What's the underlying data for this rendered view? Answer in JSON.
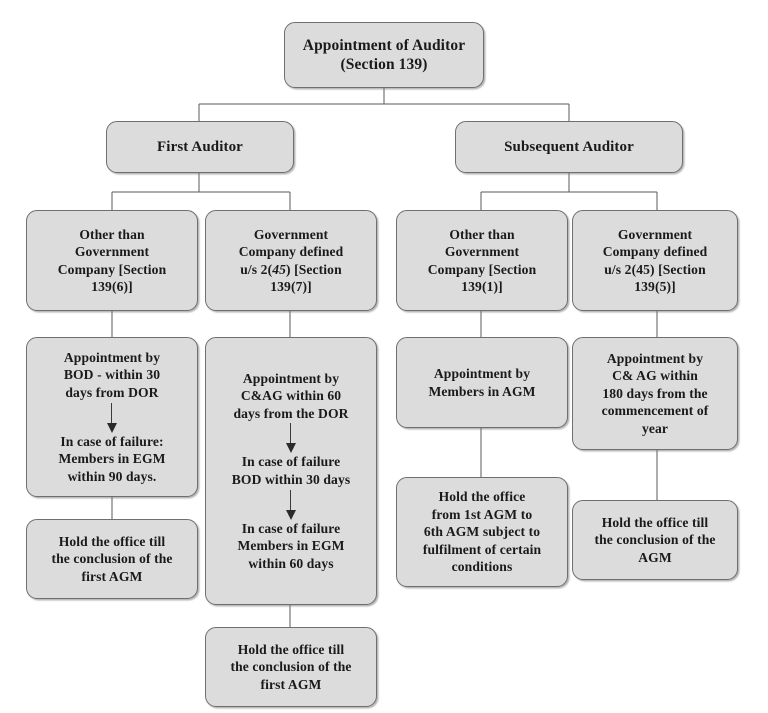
{
  "diagram": {
    "title": "Appointment of Auditor (Section 139)",
    "line_color": "#5a5a5a",
    "box_fill": "#dcdcdc",
    "box_border": "#6f6f6f",
    "text_color": "#1a1a1a"
  },
  "root": {
    "line1": "Appointment of Auditor",
    "line2": "(Section 139)"
  },
  "level2": {
    "left": "First Auditor",
    "right": "Subsequent Auditor"
  },
  "categories": [
    {
      "id": "cat-first-other-than-government",
      "line1": "Other than",
      "line2": "Government",
      "line3": "Company [Section",
      "line4": "139(6)]"
    },
    {
      "id": "cat-first-government",
      "line1": "Government",
      "line2": "Company defined",
      "line3_a": "u/s 2(",
      "line3_italic": "45",
      "line3_b": ") [Section",
      "line4": "139(7)]"
    },
    {
      "id": "cat-subsequent-other-than-government",
      "line1": "Other than",
      "line2": "Government",
      "line3": "Company [Section",
      "line4": "139(1)]"
    },
    {
      "id": "cat-subsequent-government",
      "line1": "Government",
      "line2": "Company defined",
      "line3": "u/s 2(45) [Section",
      "line4": "139(5)]"
    }
  ],
  "column1": {
    "step1": {
      "l1": "Appointment by",
      "l2": "BOD - within 30",
      "l3": "days from DOR"
    },
    "step2": {
      "l1": "In case of failure:",
      "l2": "Members in EGM",
      "l3": "within 90 days."
    },
    "outcome": {
      "l1": "Hold the office till",
      "l2": "the conclusion of the",
      "l3": "first AGM"
    }
  },
  "column2": {
    "step1": {
      "l1": "Appointment by",
      "l2": "C&AG within 60",
      "l3": "days from the DOR"
    },
    "step2": {
      "l1": "In case of failure",
      "l2": "BOD within 30 days"
    },
    "step3": {
      "l1": "In case of failure",
      "l2": "Members in EGM",
      "l3": "within 60 days"
    },
    "outcome": {
      "l1": "Hold the office till",
      "l2": "the conclusion of the",
      "l3": "first AGM"
    }
  },
  "column3": {
    "step1": {
      "l1": "Appointment by",
      "l2": "Members in AGM"
    },
    "outcome": {
      "l1": "Hold the office",
      "l2": "from 1st AGM to",
      "l3": "6th AGM subject to",
      "l4": "fulfilment of certain",
      "l5": "conditions"
    }
  },
  "column4": {
    "step1": {
      "l1": "Appointment by",
      "l2": "C& AG within",
      "l3": "180 days from the",
      "l4": "commencement of",
      "l5": "year"
    },
    "outcome": {
      "l1": "Hold the office till",
      "l2": "the conclusion of the",
      "l3": "AGM"
    }
  }
}
